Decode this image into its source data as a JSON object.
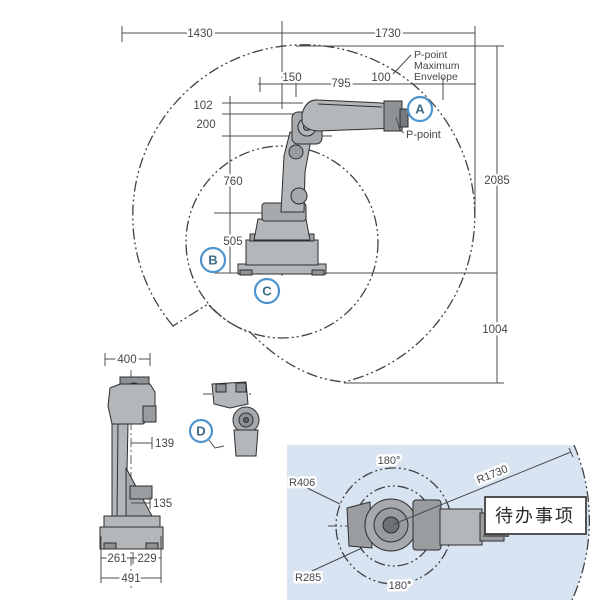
{
  "colors": {
    "envelope_fill": "#d9e4f2",
    "line": "#3f4245",
    "robot_fill": "#b4b7ba",
    "robot_dark": "#8f9295",
    "marker_ring": "#4d94cf",
    "marker_text": "#3e6b84",
    "todo_border": "#2b2b2b"
  },
  "side_view": {
    "dims": {
      "width_left": "1430",
      "width_right": "1730",
      "d150": "150",
      "d795": "795",
      "d100": "100",
      "d102": "102",
      "d200": "200",
      "d760": "760",
      "d505": "505",
      "height_upper": "2085",
      "height_lower": "1004"
    },
    "labels": {
      "envelope_line1": "P-point",
      "envelope_line2": "Maximum",
      "envelope_line3": "Envelope",
      "p_point": "P-point"
    },
    "markers": {
      "a": "A",
      "b": "B",
      "c": "C"
    }
  },
  "front_view": {
    "dims": {
      "d400": "400",
      "d139": "139",
      "d135": "135",
      "d261": "261",
      "d229": "229",
      "d491": "491"
    },
    "marker_d": "D"
  },
  "top_view": {
    "labels": {
      "r406": "R406",
      "r285": "R285",
      "r1730": "R1730",
      "angle_top": "180°",
      "angle_bottom": "180°"
    },
    "todo_box": "待办事项"
  }
}
